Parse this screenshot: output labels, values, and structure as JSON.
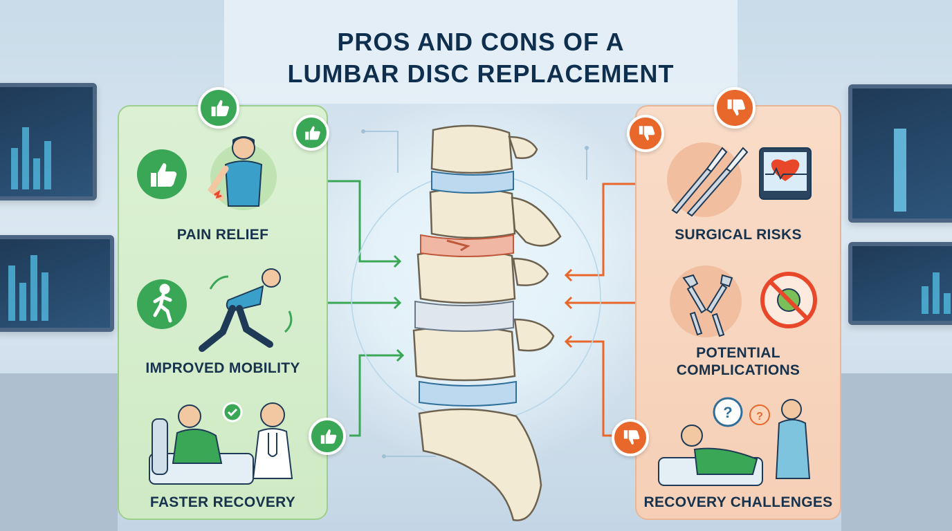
{
  "title": {
    "line1": "PROS AND CONS OF A",
    "line2": "LUMBAR DISC REPLACEMENT"
  },
  "pros": {
    "items": [
      {
        "label": "PAIN RELIEF"
      },
      {
        "label": "IMPROVED MOBILITY"
      },
      {
        "label": "FASTER RECOVERY"
      }
    ],
    "accent_color": "#3aa757",
    "icon": "thumbs-up-icon"
  },
  "cons": {
    "items": [
      {
        "label": "SURGICAL RISKS"
      },
      {
        "label": "POTENTIAL",
        "label2": "COMPLICATIONS"
      },
      {
        "label": "RECOVERY CHALLENGES"
      }
    ],
    "accent_color": "#e8672a",
    "icon": "thumbs-down-icon"
  },
  "center": {
    "illustration": "lumbar-spine-icon"
  }
}
